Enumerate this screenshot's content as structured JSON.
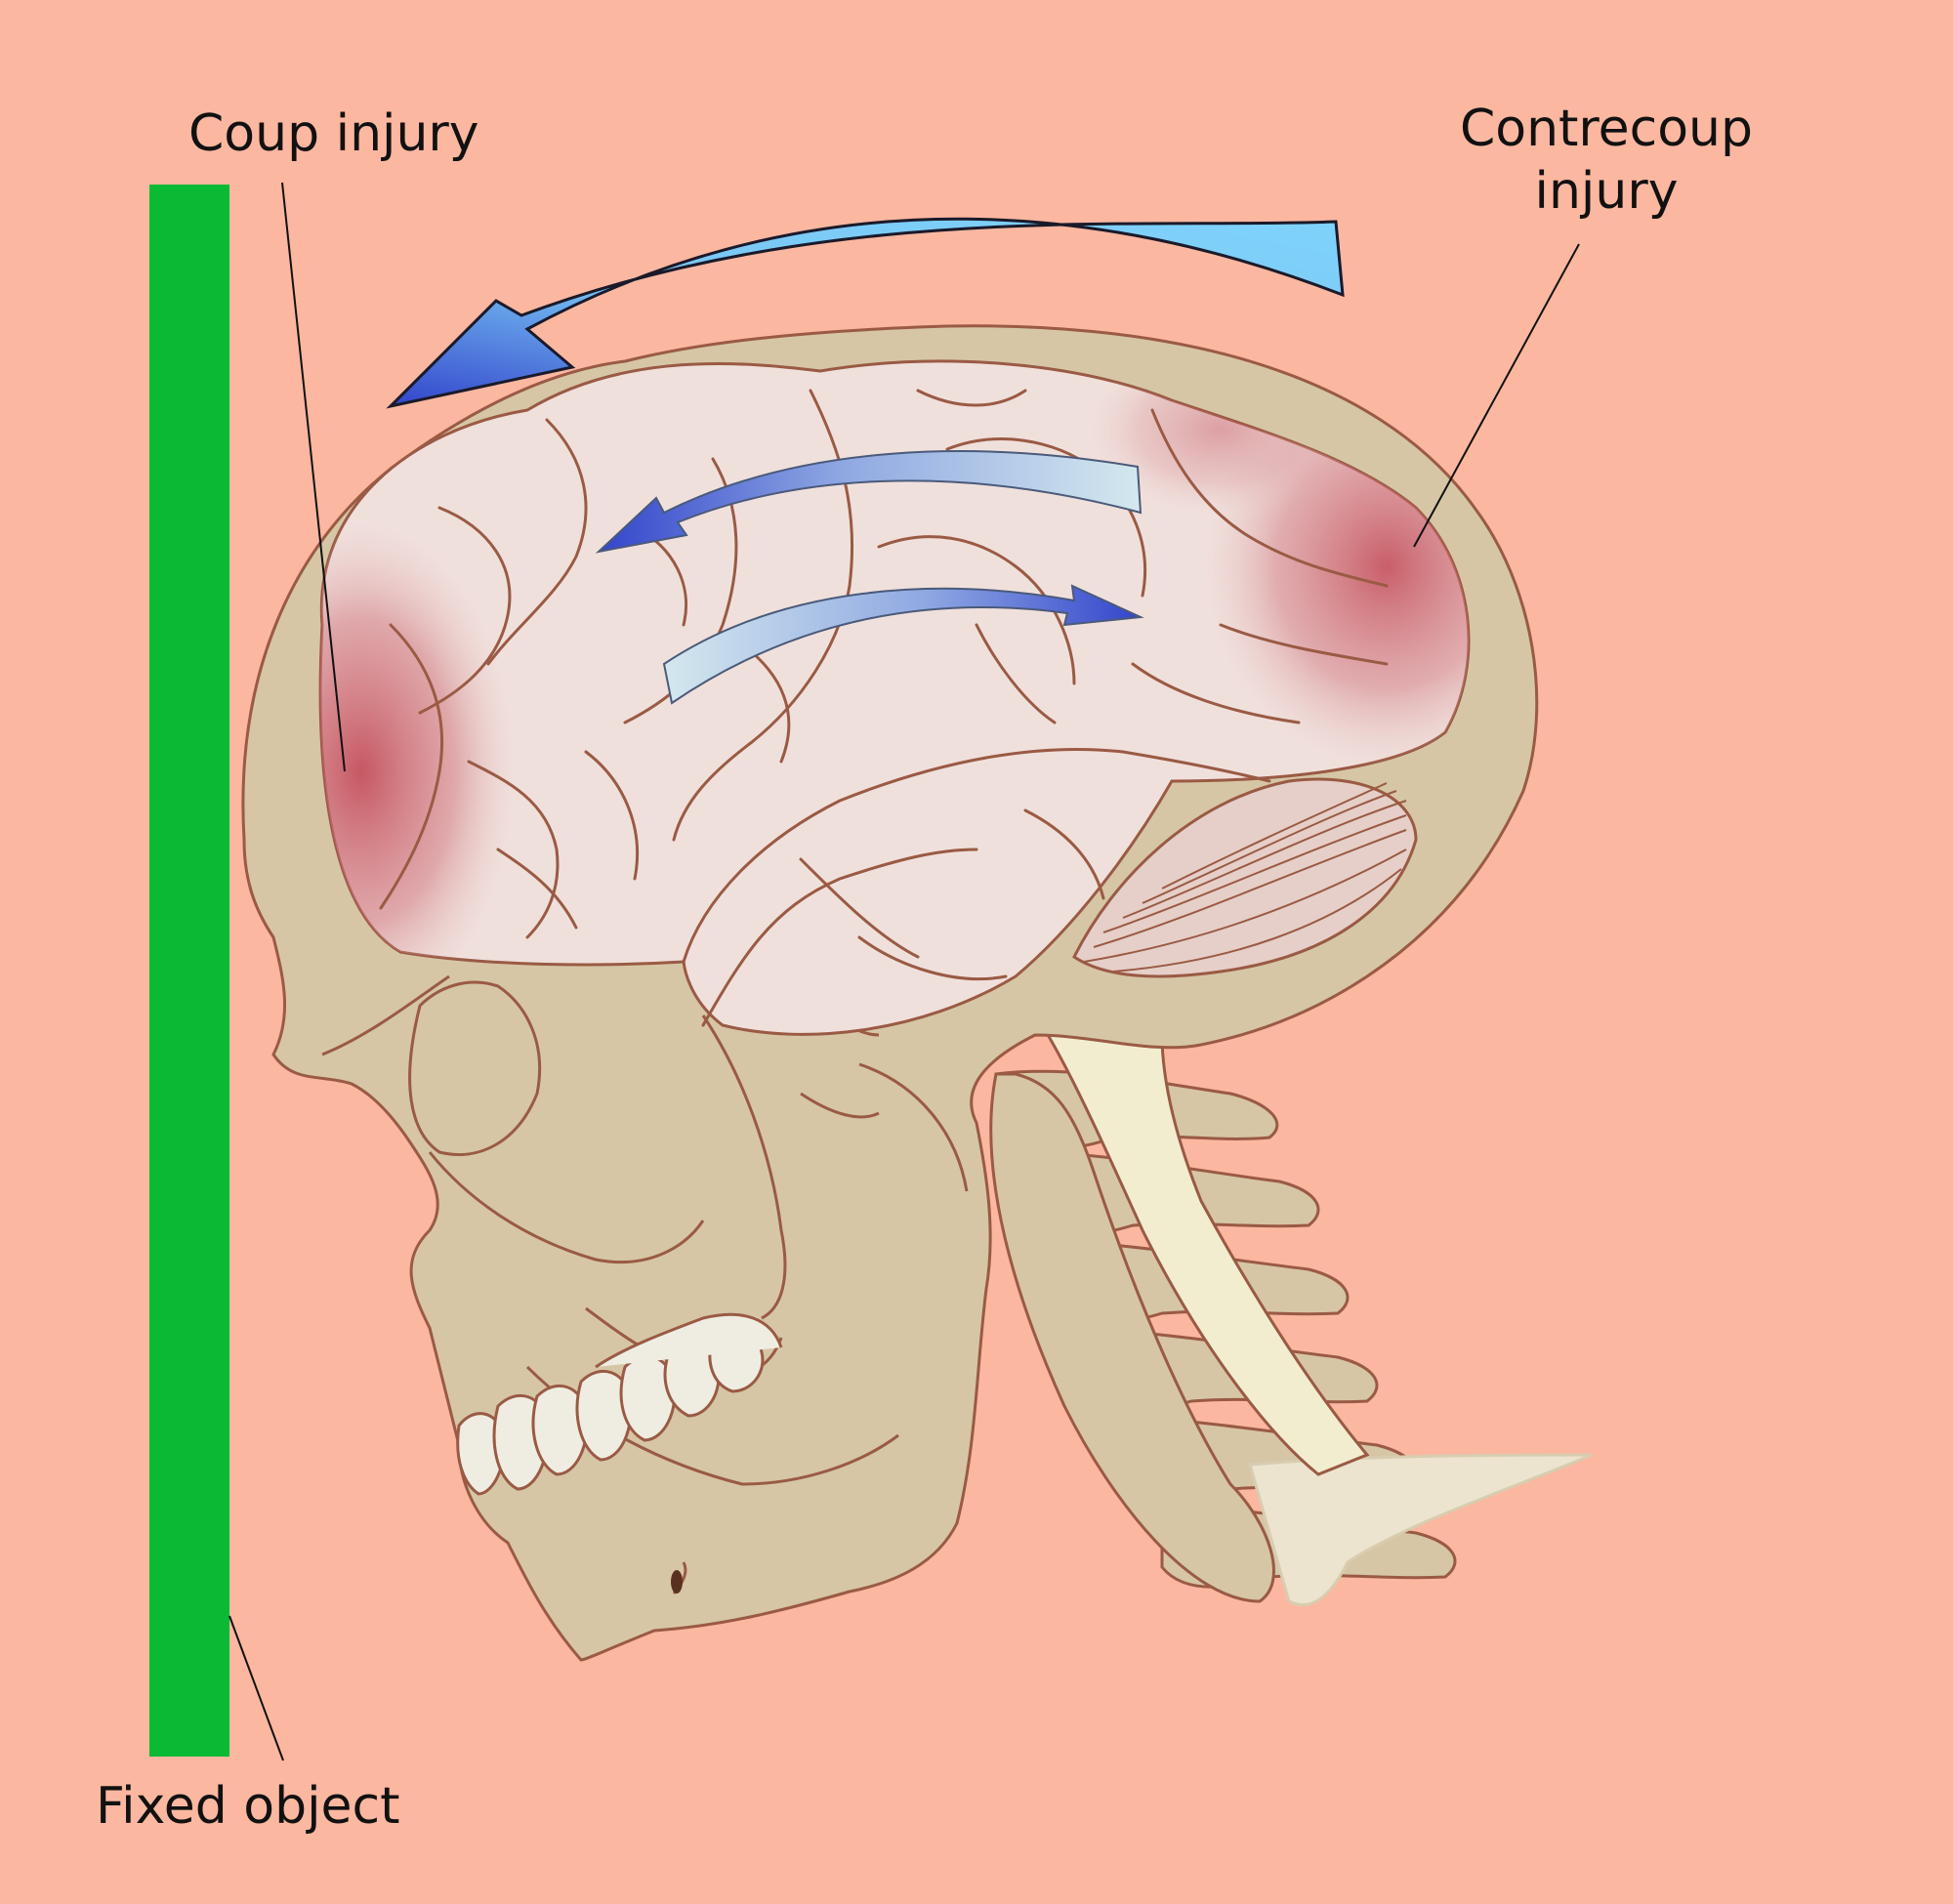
{
  "labels": {
    "coup_injury": "Coup injury",
    "contrecoup_line1": "Contrecoup",
    "contrecoup_line2": "injury",
    "fixed_object": "Fixed object"
  },
  "colors": {
    "background": "#fbb7a0",
    "fixed_object": "#0bba34",
    "bone": "#d6c6a6",
    "outline": "#9a5a44",
    "brain": "#f0e0dc",
    "bruise": "#cc6a72",
    "spinal_cord": "#f3edd0",
    "impact_arrow": "#7fd3fb",
    "arrow_head": "#3345cc",
    "motion_arrow_tail": "#d4e8ee",
    "teeth": "#efede2"
  },
  "icons": {
    "impact_arrow": "arrow-left-curved",
    "brain_motion_front": "arrow-left-curved",
    "brain_motion_back": "arrow-right-curved"
  }
}
